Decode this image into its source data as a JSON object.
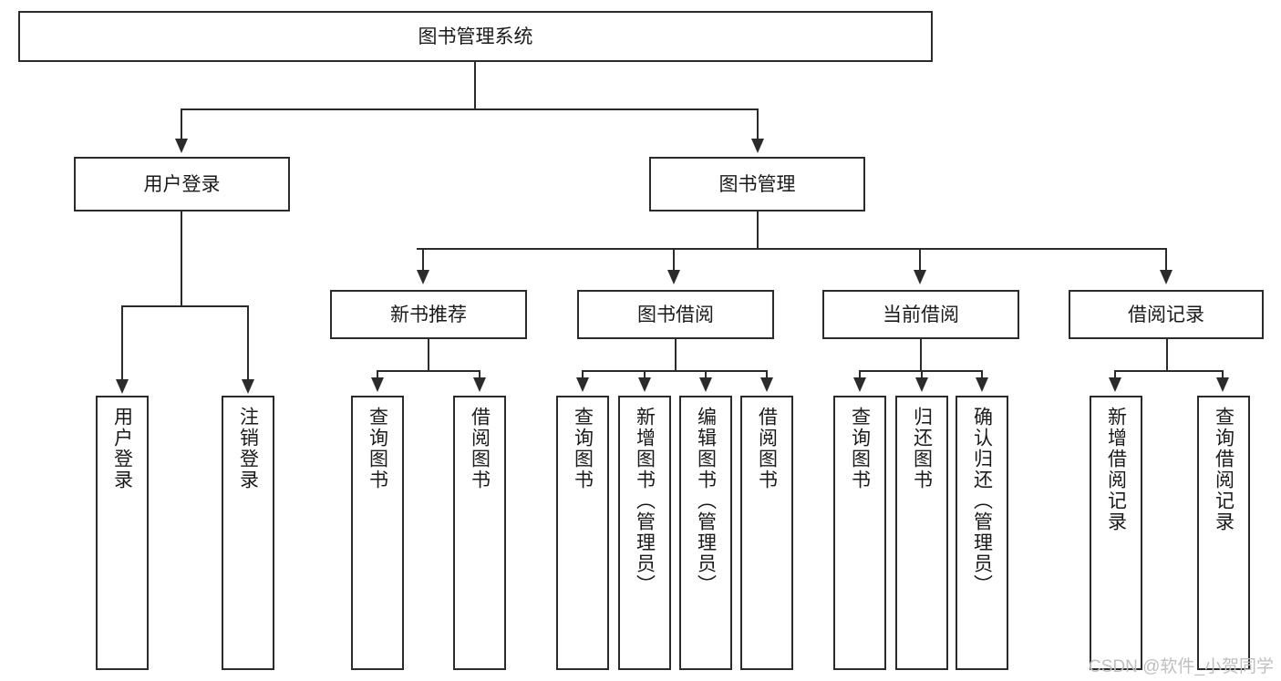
{
  "diagram": {
    "title": "图书管理系统",
    "root": {
      "label": "图书管理系统"
    },
    "level1": [
      {
        "label": "用户登录"
      },
      {
        "label": "图书管理"
      }
    ],
    "level2": [
      {
        "label": "新书推荐"
      },
      {
        "label": "图书借阅"
      },
      {
        "label": "当前借阅"
      },
      {
        "label": "借阅记录"
      }
    ],
    "leaves": [
      {
        "label": "用户登录"
      },
      {
        "label": "注销登录"
      },
      {
        "label": "查询图书"
      },
      {
        "label": "借阅图书"
      },
      {
        "label": "查询图书"
      },
      {
        "label": "新增图书（管理员）"
      },
      {
        "label": "编辑图书（管理员）"
      },
      {
        "label": "借阅图书"
      },
      {
        "label": "查询图书"
      },
      {
        "label": "归还图书"
      },
      {
        "label": "确认归还（管理员）"
      },
      {
        "label": "新增借阅记录"
      },
      {
        "label": "查询借阅记录"
      }
    ]
  },
  "watermark": {
    "text": "CSDN @软件_小贺同学"
  },
  "colors": {
    "stroke": "#2b2b2b",
    "background": "#ffffff",
    "text": "#1a1a1a",
    "watermark": "#bfbfbf"
  }
}
